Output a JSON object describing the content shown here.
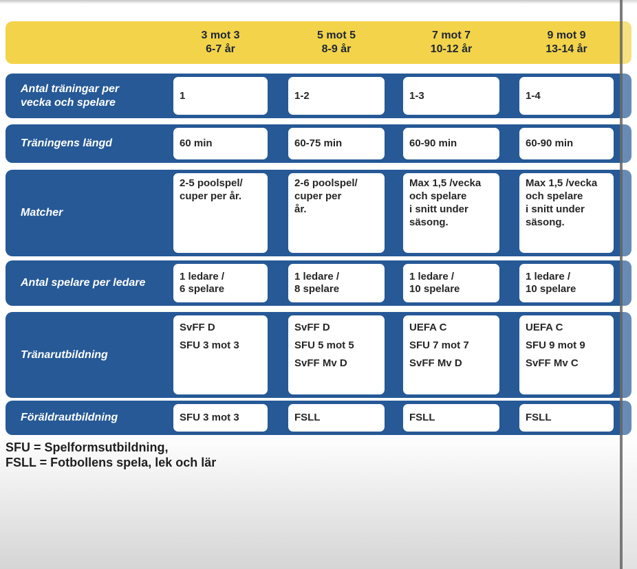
{
  "colors": {
    "header_yellow": "#F3D34A",
    "row_blue": "#265996",
    "cell_white": "#FFFFFF",
    "divider_gray": "#6A6A6A",
    "value_text": "#262626",
    "label_text": "#FFFFFF"
  },
  "table": {
    "columns": [
      {
        "title": "3 mot 3",
        "subtitle": "6-7 år"
      },
      {
        "title": "5 mot 5",
        "subtitle": "8-9 år"
      },
      {
        "title": "7 mot 7",
        "subtitle": "10-12 år"
      },
      {
        "title": "9 mot 9",
        "subtitle": "13-14 år"
      }
    ],
    "rows": [
      {
        "label": "Antal träningar per\nvecka och spelare",
        "values": [
          "1",
          "1-2",
          "1-3",
          "1-4"
        ]
      },
      {
        "label": "Träningens längd",
        "values": [
          "60 min",
          "60-75 min",
          "60-90 min",
          "60-90 min"
        ]
      },
      {
        "label": "Matcher",
        "values": [
          "2-5 poolspel/\ncuper per år.",
          "2-6 poolspel/\ncuper per\når.",
          "Max 1,5 /vecka\noch spelare\ni snitt under\nsäsong.",
          "Max 1,5 /vecka\noch spelare\ni snitt under\nsäsong."
        ]
      },
      {
        "label": "Antal spelare per ledare",
        "values": [
          "1 ledare /\n6 spelare",
          "1 ledare /\n8 spelare",
          "1 ledare /\n10 spelare",
          "1 ledare /\n10 spelare"
        ]
      },
      {
        "label": "Tränarutbildning",
        "values": [
          "SvFF D\nSFU 3 mot 3",
          "SvFF D\nSFU 5 mot 5\nSvFF Mv D",
          "UEFA C\nSFU 7 mot 7\nSvFF Mv D",
          "UEFA C\nSFU 9 mot 9\nSvFF Mv C"
        ]
      },
      {
        "label": "Föräldrautbildning",
        "values": [
          "SFU 3 mot 3",
          "FSLL",
          "FSLL",
          "FSLL"
        ]
      }
    ]
  },
  "legend": {
    "line1": "SFU = Spelformsutbildning,",
    "line2": "FSLL = Fotbollens spela, lek och lär"
  }
}
